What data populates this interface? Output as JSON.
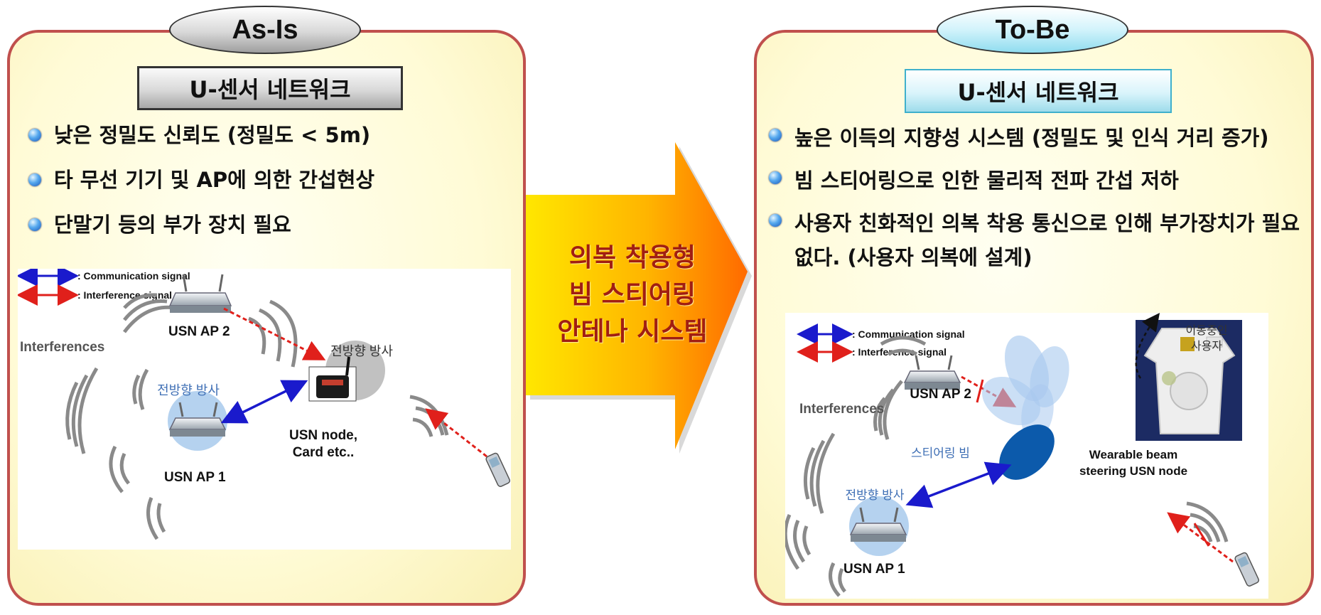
{
  "left": {
    "header": "As-Is",
    "subtitle": "U-센서 네트워크",
    "bullets": [
      "낮은 정밀도 신뢰도 (정밀도 < 5m)",
      "타 무선 기기 및 AP에 의한 간섭현상",
      "단말기 등의 부가 장치 필요"
    ],
    "figure": {
      "legend_comm": ": Communication signal",
      "legend_interf": ": Interference signal",
      "interferences": "Interferences",
      "ap2": "USN AP 2",
      "ap1": "USN AP 1",
      "omni_top": "전방향 방사",
      "omni_left": "전방향 방사",
      "node_line1": "USN node,",
      "node_line2": "Card etc.."
    }
  },
  "center": {
    "lines": [
      "의복 착용형",
      "빔 스티어링",
      "안테나 시스템"
    ]
  },
  "right": {
    "header": "To-Be",
    "subtitle": "U-센서 네트워크",
    "bullets": [
      "높은 이득의 지향성 시스템 (정밀도 및 인식 거리 증가)",
      "빔 스티어링으로 인한 물리적 전파 간섭 저하",
      "사용자 친화적인 의복 착용 통신으로 인해 부가장치가 필요 없다. (사용자 의복에 설계)"
    ],
    "figure": {
      "legend_comm": ": Communication signal",
      "legend_interf": ": Interference signal",
      "interferences": "Interferences",
      "ap2": "USN AP 2",
      "ap1": "USN AP 1",
      "omni": "전방향 방사",
      "steering": "스티어링 빔",
      "moving_user_1": "이동중인",
      "moving_user_2": "사용자",
      "wearable_1": "Wearable beam",
      "wearable_2": "steering USN node"
    }
  },
  "colors": {
    "panel_border": "#c0504d",
    "comm_arrow": "#1a1acc",
    "interference_arrow": "#e0201b",
    "center_text": "#a11e12"
  },
  "icons": [
    "router-icon",
    "cellphone-icon",
    "signal-wave-icon",
    "usn-node-device-icon",
    "garment-photo",
    "beam-lobe-icon"
  ]
}
